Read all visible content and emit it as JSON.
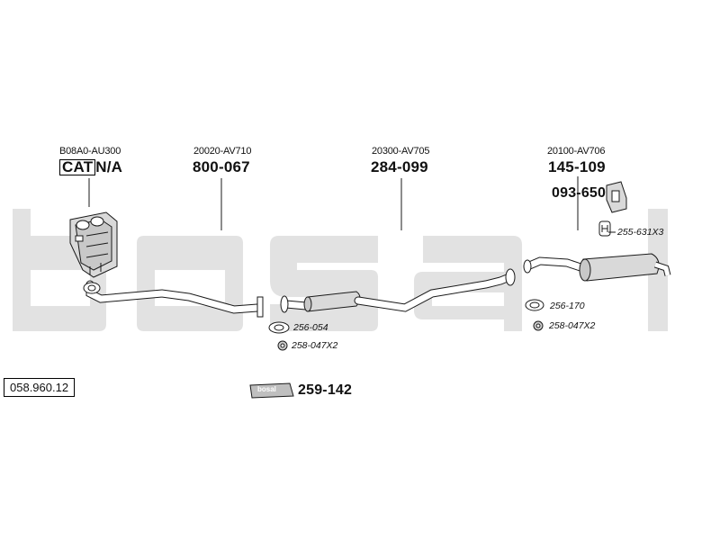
{
  "catalog_ref": "058.960.12",
  "brand_watermark": "bosal",
  "parts": [
    {
      "oem": "B08A0-AU300",
      "part_type": "CAT",
      "part_no": "N/A"
    },
    {
      "oem": "20020-AV710",
      "part_no": "800-067"
    },
    {
      "oem": "20300-AV705",
      "part_no": "284-099"
    },
    {
      "oem": "20100-AV706",
      "part_no": "145-109"
    }
  ],
  "mount_part_no": "093-650",
  "accessories": {
    "gasket_mid": "256-054",
    "nut_mid": "258-047X2",
    "hanger_rear": "255-631X3",
    "gasket_rear": "256-170",
    "nut_rear": "258-047X2"
  },
  "kit": {
    "badge": "bosal",
    "part_no": "259-142"
  },
  "colors": {
    "watermark": "#e2e2e2",
    "line": "#1a1a1a",
    "metal": "#d9d9d9"
  }
}
